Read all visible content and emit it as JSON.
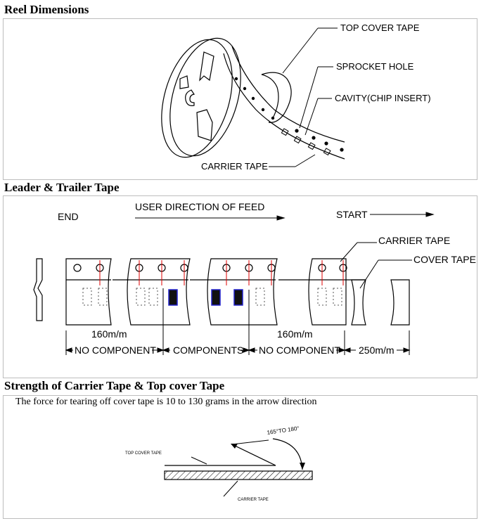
{
  "sections": {
    "reel": {
      "title": "Reel Dimensions",
      "labels": {
        "top_cover_tape": "TOP COVER TAPE",
        "sprocket_hole": "SPROCKET HOLE",
        "cavity": "CAVITY(CHIP INSERT)",
        "carrier_tape": "CARRIER TAPE"
      }
    },
    "leader": {
      "title": "Leader & Trailer Tape",
      "labels": {
        "end": "END",
        "feed_direction": "USER DIRECTION OF FEED",
        "start": "START",
        "carrier_tape": "CARRIER TAPE",
        "cover_tape": "COVER TAPE",
        "len_left": "160m/m",
        "len_right": "160m/m",
        "no_component_left": "NO COMPONENT",
        "components": "COMPONENTS",
        "no_component_right": "NO COMPONENT",
        "len_250": "250m/m"
      }
    },
    "strength": {
      "title": "Strength of Carrier Tape & Top cover Tape",
      "description": "The force for tearing off cover tape is 10 to 130 grams in the arrow direction",
      "labels": {
        "angle": "165°TO 180°",
        "top_cover_tape": "TOP COVER TAPE",
        "carrier_tape": "CARRIER TAPE"
      }
    }
  }
}
